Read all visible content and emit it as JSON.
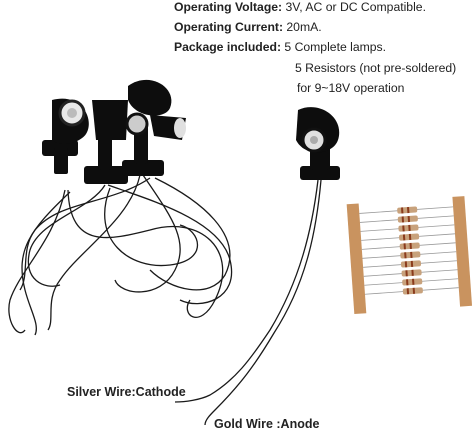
{
  "specs": {
    "voltage_label": "Operating Voltage:",
    "voltage_value": "3V, AC or DC Compatible.",
    "current_label": "Operating Current:",
    "current_value": "20mA.",
    "package_label": "Package included:",
    "package_value": "5 Complete lamps.",
    "package_line2": "5 Resistors (not pre-soldered)",
    "package_line3": "for 9~18V operation"
  },
  "wires": {
    "silver": "Silver Wire:Cathode",
    "gold": "Gold Wire :Anode"
  },
  "colors": {
    "lamp_body": "#0d0d0d",
    "resistor_strip": "#c9935f",
    "resistor_body": "#c8a27c"
  }
}
